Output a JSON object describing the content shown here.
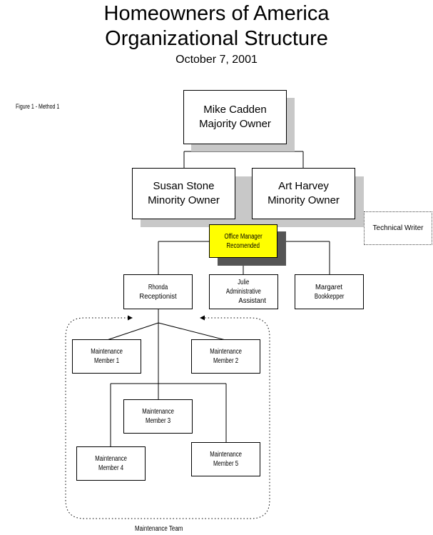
{
  "header": {
    "title_line1": "Homeowners of America",
    "title_line2": "Organizational Structure",
    "date": "October 7, 2001"
  },
  "figure_label": "Figure 1 - Method 1",
  "nodes": {
    "owner": {
      "name": "Mike Cadden",
      "role": "Majority Owner"
    },
    "minority1": {
      "name": "Susan Stone",
      "role": "Minority Owner"
    },
    "minority2": {
      "name": "Art Harvey",
      "role": "Minority Owner"
    },
    "technical_writer": {
      "label": "Technical Writer"
    },
    "office_manager": {
      "line1": "Office Manager",
      "line2": "Recomended"
    },
    "receptionist": {
      "name": "Rhonda",
      "role": "Receptionist"
    },
    "admin": {
      "name": "Julie",
      "role_line1": "Administrative",
      "role_line2": "Assistant"
    },
    "bookkeeper": {
      "name": "Margaret",
      "role": "Bookkepper"
    },
    "maint1": {
      "line1": "Maintenance",
      "line2": "Member 1"
    },
    "maint2": {
      "line1": "Maintenance",
      "line2": "Member 2"
    },
    "maint3": {
      "line1": "Maintenance",
      "line2": "Member 3"
    },
    "maint4": {
      "line1": "Maintenance",
      "line2": "Member 4"
    },
    "maint5": {
      "line1": "Maintenance",
      "line2": "Member 5"
    }
  },
  "team_label": "Maintenance Team",
  "colors": {
    "highlight": "#ffff00",
    "shadow": "#c8c8c8",
    "dark_shadow": "#555555"
  }
}
